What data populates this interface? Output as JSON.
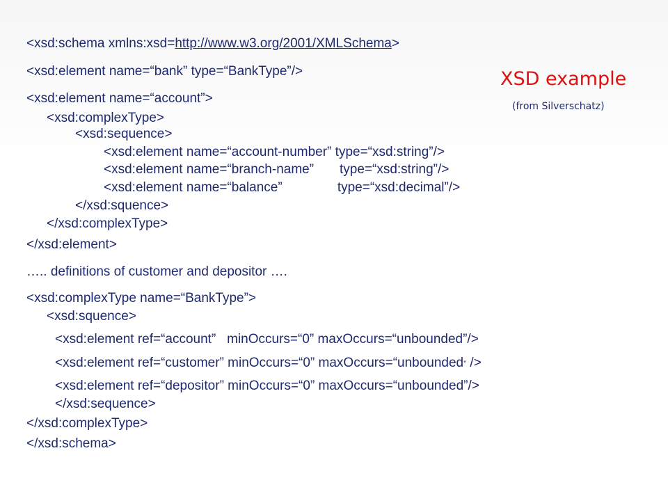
{
  "title": "XSD example",
  "subtitle": "(from Silverschatz)",
  "lines": {
    "l1_pre": "<xsd:schema xmlns:xsd=",
    "l1_link": "http://www.w3.org/2001/XMLSchema",
    "l1_post": ">",
    "l2": "<xsd:element name=“bank” type=“BankType”/>",
    "l3": "<xsd:element name=“account”>",
    "l4": "<xsd:complexType>",
    "l5": "<xsd:sequence>",
    "l6": "<xsd:element name=“account-number” type=“xsd:string”/>",
    "l7": "<xsd:element name=“branch-name”       type=“xsd:string”/>",
    "l8": "<xsd:element name=“balance”               type=“xsd:decimal”/>",
    "l9": "</xsd:squence>",
    "l10": "</xsd:complexType>",
    "l11": "</xsd:element>",
    "l12": "….. definitions of customer and depositor ….",
    "l13": "<xsd:complexType name=“BankType”>",
    "l14": "<xsd:squence>",
    "l15": "<xsd:element ref=“account”   minOccurs=“0” maxOccurs=“unbounded”/>",
    "l16_pre": "<xsd:element ref=“customer” minOccurs=“0” maxOccurs=“unbounded",
    "l16_small": "”",
    "l16_post": " />",
    "l17": "<xsd:element ref=“depositor” minOccurs=“0” maxOccurs=“unbounded”/>",
    "l18": "</xsd:sequence>",
    "l19": "</xsd:complexType>",
    "l20": "</xsd:schema>"
  }
}
